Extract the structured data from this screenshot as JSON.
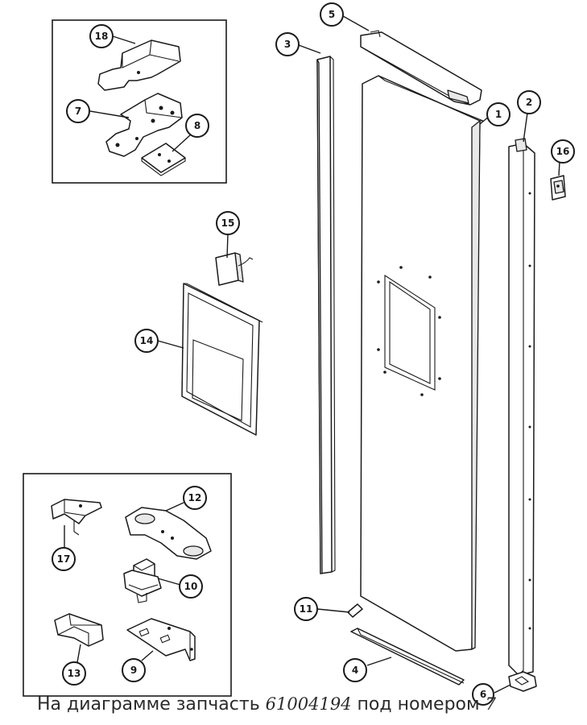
{
  "diagram": {
    "callouts": [
      {
        "id": "c18",
        "label": "18"
      },
      {
        "id": "c7",
        "label": "7"
      },
      {
        "id": "c8",
        "label": "8"
      },
      {
        "id": "c15",
        "label": "15"
      },
      {
        "id": "c14",
        "label": "14"
      },
      {
        "id": "c3",
        "label": "3"
      },
      {
        "id": "c5",
        "label": "5"
      },
      {
        "id": "c1",
        "label": "1"
      },
      {
        "id": "c2",
        "label": "2"
      },
      {
        "id": "c16",
        "label": "16"
      },
      {
        "id": "c12",
        "label": "12"
      },
      {
        "id": "c17",
        "label": "17"
      },
      {
        "id": "c10",
        "label": "10"
      },
      {
        "id": "c11",
        "label": "11"
      },
      {
        "id": "c13",
        "label": "13"
      },
      {
        "id": "c9",
        "label": "9"
      },
      {
        "id": "c4",
        "label": "4"
      },
      {
        "id": "c6",
        "label": "6"
      }
    ]
  },
  "caption": {
    "prefix": "На диаграмме запчасть",
    "part_number": "61004194",
    "middle": "под номером",
    "item_number": "7"
  }
}
